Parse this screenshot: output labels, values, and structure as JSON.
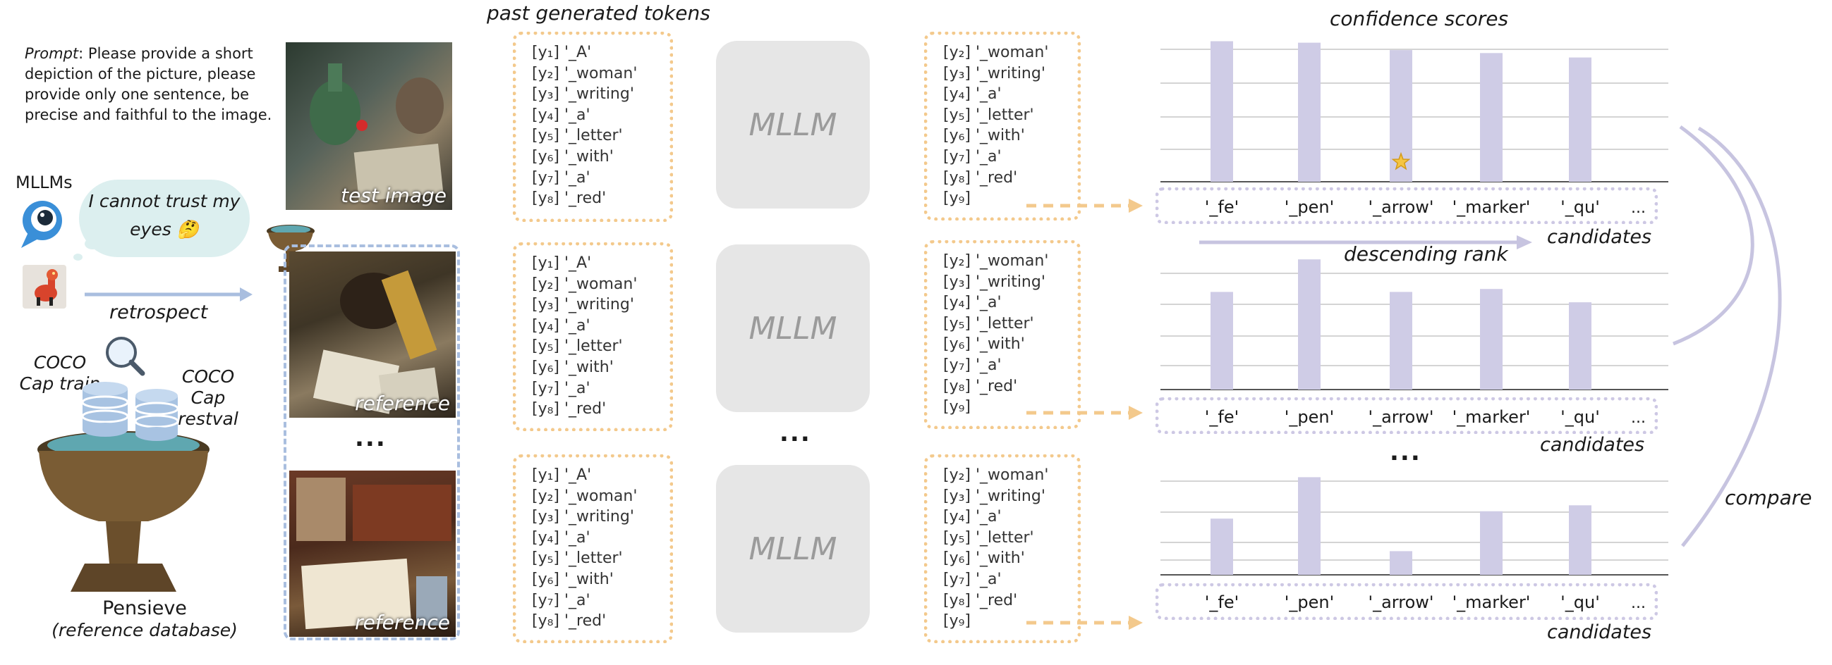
{
  "prompt": {
    "label": "Prompt",
    "text": ": Please provide a short depiction of the picture, please provide only one sentence, be precise and faithful to the image."
  },
  "left": {
    "mllms_label": "MLLMs",
    "bubble_text": "I cannot trust my eyes",
    "thinking_emoji": "🤔",
    "retrospect_label": "retrospect",
    "coco_train": "COCO Cap train",
    "coco_restval": "COCO Cap restval",
    "pensieve_label": "Pensieve",
    "pensieve_sub": "(reference database)"
  },
  "images": {
    "test_caption": "test image",
    "reference_caption": "reference",
    "ellipsis": "..."
  },
  "past_tokens": {
    "title": "past generated tokens",
    "lines": [
      "[y₁] '_A'",
      "[y₂] '_woman'",
      "[y₃] '_writing'",
      "[y₄] '_a'",
      "[y₅] '_letter'",
      "[y₆] '_with'",
      "[y₇] '_a'",
      "[y₈] '_red'"
    ]
  },
  "mllm": {
    "label": "MLLM",
    "ellipsis": "..."
  },
  "shifted_tokens": {
    "lines": [
      "[y₂] '_woman'",
      "[y₃] '_writing'",
      "[y₄] '_a'",
      "[y₅] '_letter'",
      "[y₆] '_with'",
      "[y₇] '_a'",
      "[y₈] '_red'",
      "[y₉]"
    ]
  },
  "scores": {
    "title": "confidence scores",
    "candidates_label": "candidates",
    "descending_rank": "descending rank",
    "compare": "compare",
    "ellipsis": "...",
    "candidate_ellipsis": "...",
    "star_icon": "star-icon",
    "colors": {
      "bar": "#cfcce6",
      "token_border": "#f3c98c",
      "ref_border": "#a9bedf",
      "arrow": "#f3c98c",
      "compare_arc": "#c7c4e0"
    }
  },
  "chart_data": [
    {
      "type": "bar",
      "title": "confidence scores",
      "categories": [
        "'_fe'",
        "'_pen'",
        "'_arrow'",
        "'_marker'",
        "'_qu'"
      ],
      "values": [
        0.95,
        0.94,
        0.89,
        0.87,
        0.84
      ]
    },
    {
      "type": "bar",
      "categories": [
        "'_fe'",
        "'_pen'",
        "'_arrow'",
        "'_marker'",
        "'_qu'"
      ],
      "values": [
        0.66,
        0.88,
        0.66,
        0.68,
        0.59
      ]
    },
    {
      "type": "bar",
      "categories": [
        "'_fe'",
        "'_pen'",
        "'_arrow'",
        "'_marker'",
        "'_qu'"
      ],
      "values": [
        0.38,
        0.66,
        0.16,
        0.43,
        0.47
      ]
    }
  ]
}
